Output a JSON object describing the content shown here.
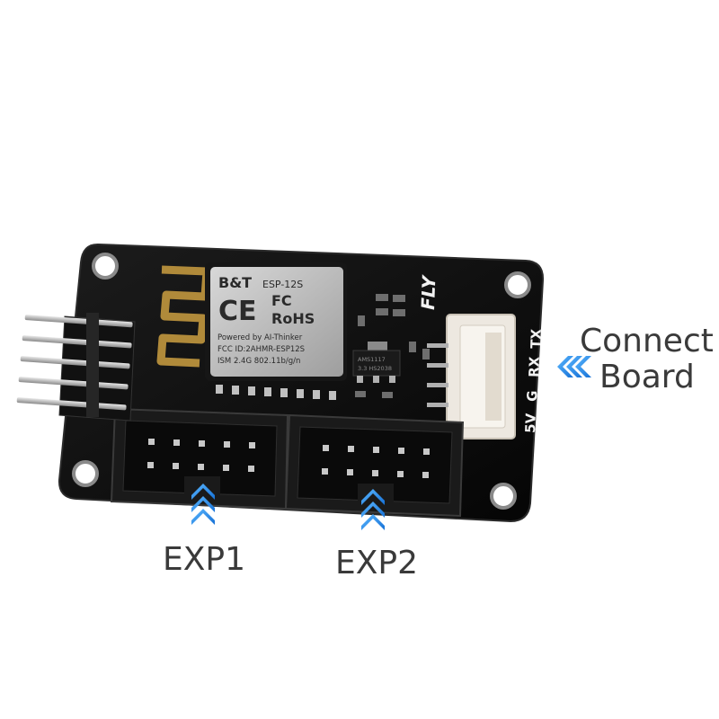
{
  "labels": {
    "connect": "Connect",
    "board": "Board",
    "exp1": "EXP1",
    "exp2": "EXP2"
  },
  "silkscreen": {
    "brand": "FLY",
    "pins": [
      "5V",
      "G",
      "RX",
      "TX"
    ]
  },
  "module": {
    "brand": "B&T",
    "model": "ESP-12S",
    "fc": "FC",
    "ce": "CE",
    "rohs": "RoHS",
    "powered_by": "Powered by AI-Thinker",
    "fcc_id": "FCC ID:2AHMR-ESP12S",
    "ism": "ISM 2.4G  802.11b/g/n"
  },
  "regulator": {
    "line1": "AMS1117",
    "line2": "3.3 HS2038"
  },
  "colors": {
    "pcb": "#0d0d0d",
    "arrow": "#2a8ef0",
    "label": "#3a3a3a",
    "shield": "#b9b9b9",
    "antenna": "#b08a3a"
  }
}
